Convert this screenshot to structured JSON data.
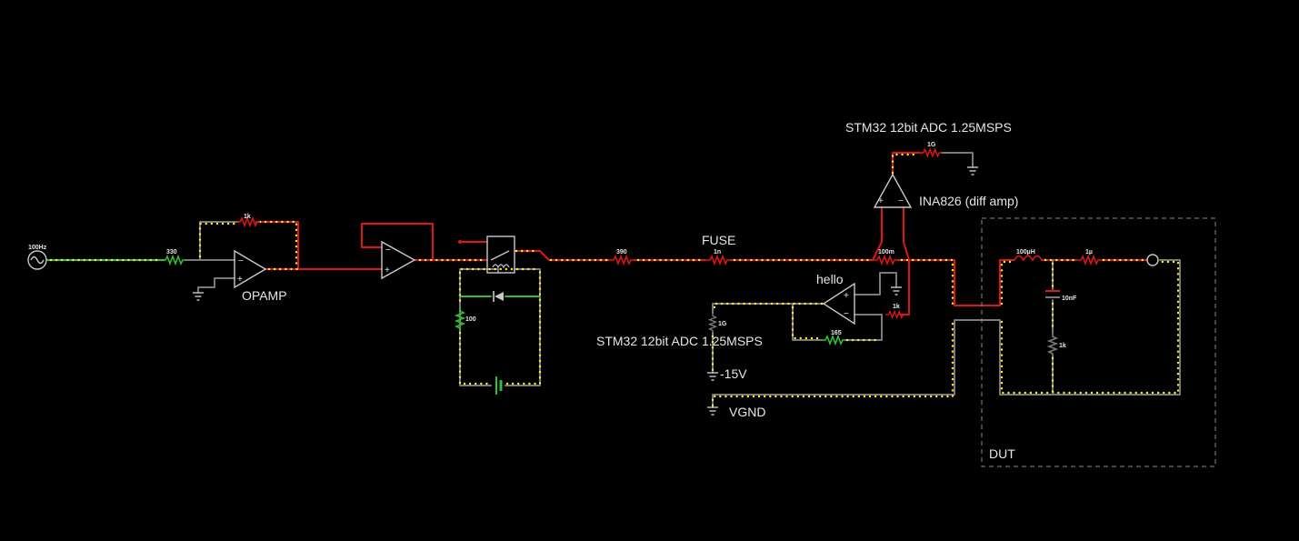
{
  "colors": {
    "background": "#000000",
    "hot_wire": "#e01515",
    "live_wire": "#30c030",
    "idle_wire": "#7a7a7a",
    "dots": "#ffee22",
    "component": "#c8c8c8",
    "box": "#8a8a8a"
  },
  "labels": {
    "source_freq": "100Hz",
    "r_in": "330",
    "r_feedback": "1k",
    "opamp1": "OPAMP",
    "r_series": "390",
    "fuse_label": "FUSE",
    "fuse_value": "1n",
    "adc_top": "STM32 12bit ADC 1.25MSPS",
    "r_adc_top": "1G",
    "ina_label": "INA826 (diff amp)",
    "shunt": "100m",
    "hello": "hello",
    "r_amp_in": "1k",
    "r_amp_fb": "165",
    "r_adc_left": "1G",
    "adc_left": "STM32 12bit ADC 1.25MSPS",
    "neg_supply": "-15V",
    "vgnd": "VGND",
    "r_branch": "100",
    "l_dut": "100µH",
    "r_dut": "1µ",
    "c_dut": "10nF",
    "r_dut_shunt": "1k",
    "dut": "DUT"
  }
}
